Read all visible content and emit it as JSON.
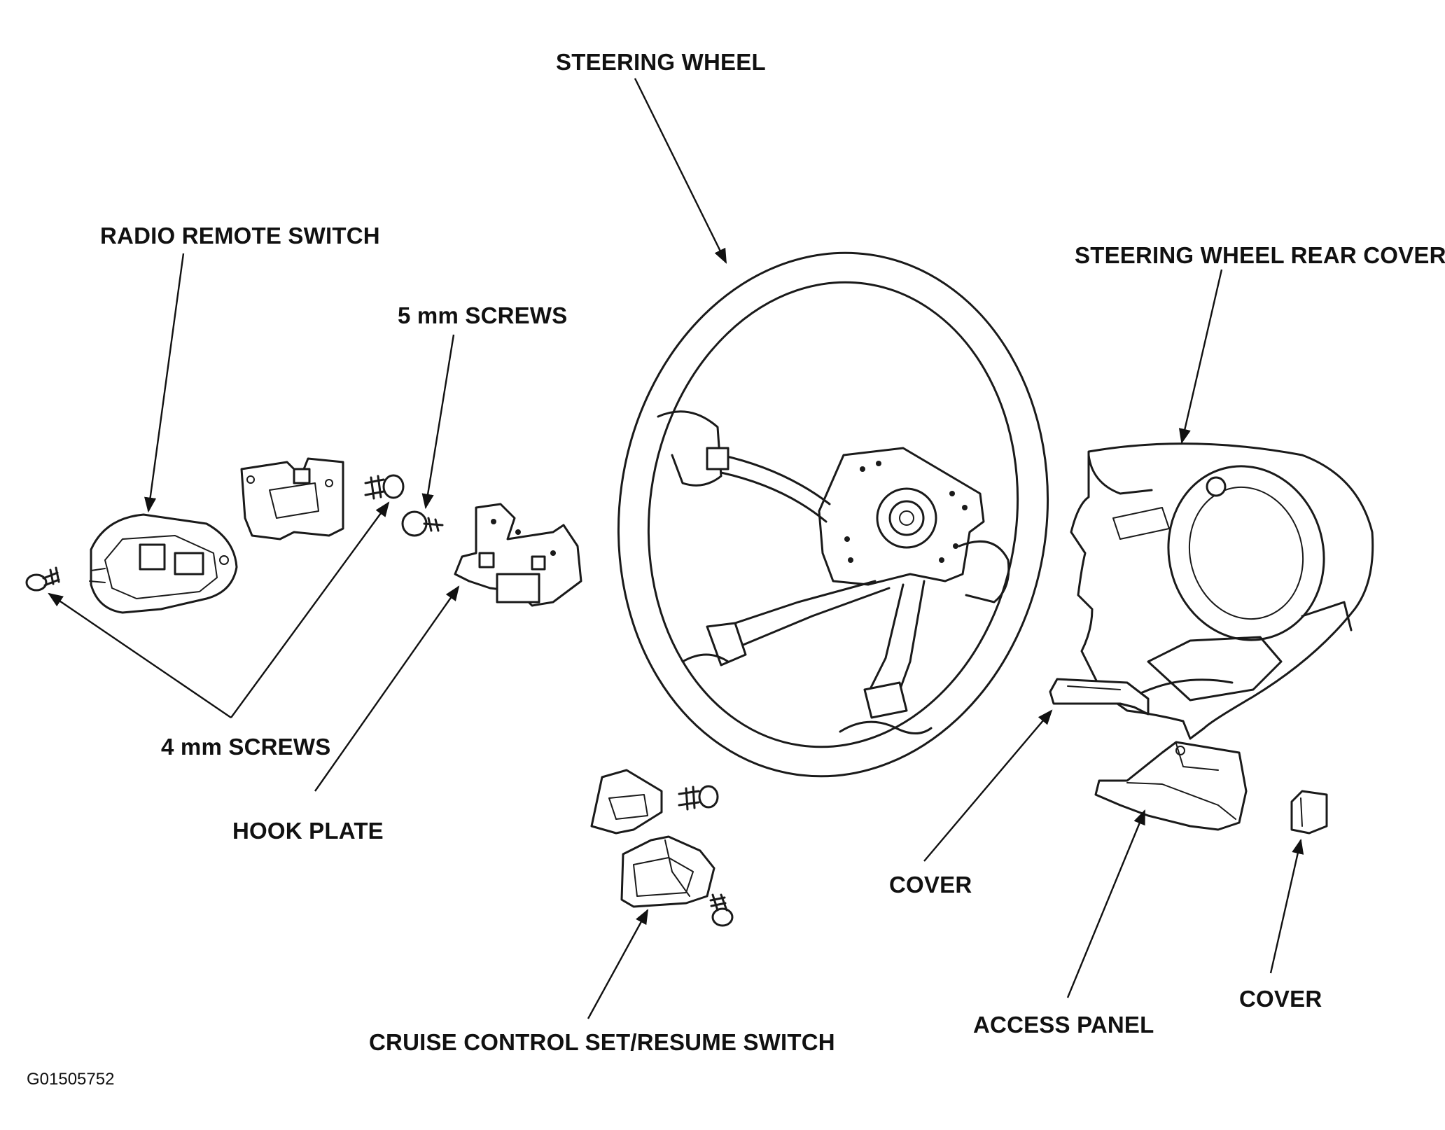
{
  "labels": {
    "steering_wheel": "STEERING WHEEL",
    "radio_remote_switch": "RADIO REMOTE SWITCH",
    "five_mm_screws": "5 mm SCREWS",
    "steering_wheel_rear_cover": "STEERING WHEEL REAR COVER",
    "four_mm_screws": "4 mm SCREWS",
    "hook_plate": "HOOK PLATE",
    "cover_left": "COVER",
    "cover_right": "COVER",
    "access_panel": "ACCESS PANEL",
    "cruise_control_switch": "CRUISE CONTROL SET/RESUME SWITCH"
  },
  "figure_code": "G01505752"
}
